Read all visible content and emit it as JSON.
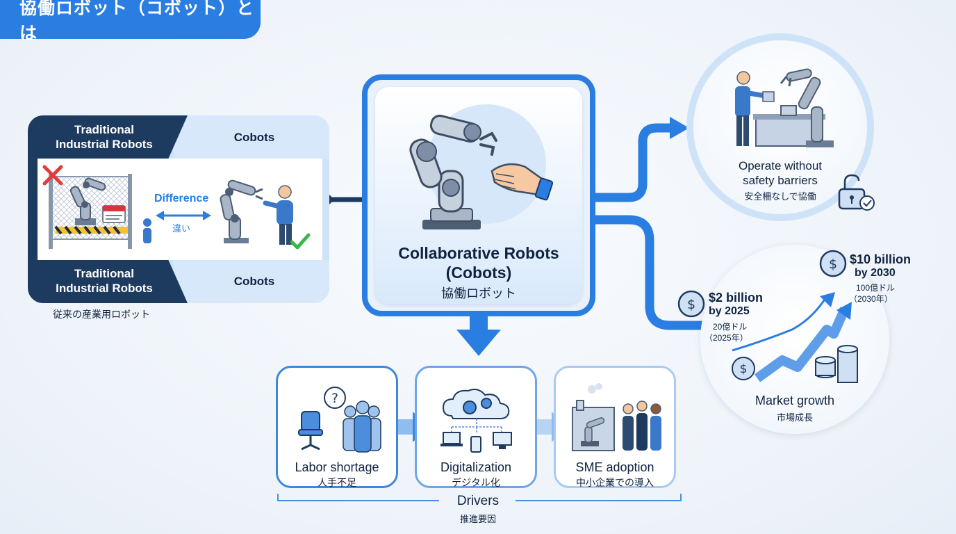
{
  "header": {
    "title": "協働ロボット（コボット）とは"
  },
  "comparison": {
    "traditional_top": "Traditional\nIndustrial Robots",
    "cobots_top": "Cobots",
    "difference_label": "Difference",
    "difference_jp": "違い",
    "traditional_bottom": "Traditional\nIndustrial Robots",
    "cobots_bottom": "Cobots",
    "caption_jp": "従来の産業用ロボット"
  },
  "center": {
    "title": "Collaborative Robots\n(Cobots)",
    "subtitle_jp": "協働ロボット"
  },
  "safety": {
    "title": "Operate without\nsafety barriers",
    "subtitle_jp": "安全柵なしで協働"
  },
  "market": {
    "point_2025_value": "$2 billion",
    "point_2025_year": "by 2025",
    "point_2025_jp": "20億ドル",
    "point_2025_jp_year": "（2025年）",
    "point_2030_value": "$10 billion",
    "point_2030_year": "by 2030",
    "point_2030_jp": "100億ドル",
    "point_2030_jp_year": "（2030年）",
    "title": "Market growth",
    "subtitle_jp": "市場成長"
  },
  "drivers": {
    "items": [
      {
        "title": "Labor shortage",
        "jp": "人手不足"
      },
      {
        "title": "Digitalization",
        "jp": "デジタル化"
      },
      {
        "title": "SME adoption",
        "jp": "中小企業での導入"
      }
    ],
    "label": "Drivers",
    "label_jp": "推進要因"
  },
  "colors": {
    "accent": "#2a7de1",
    "navy": "#1d3a5f",
    "light": "#d6e8fa",
    "warning": "#e23b3b",
    "ok": "#3bb54a"
  }
}
